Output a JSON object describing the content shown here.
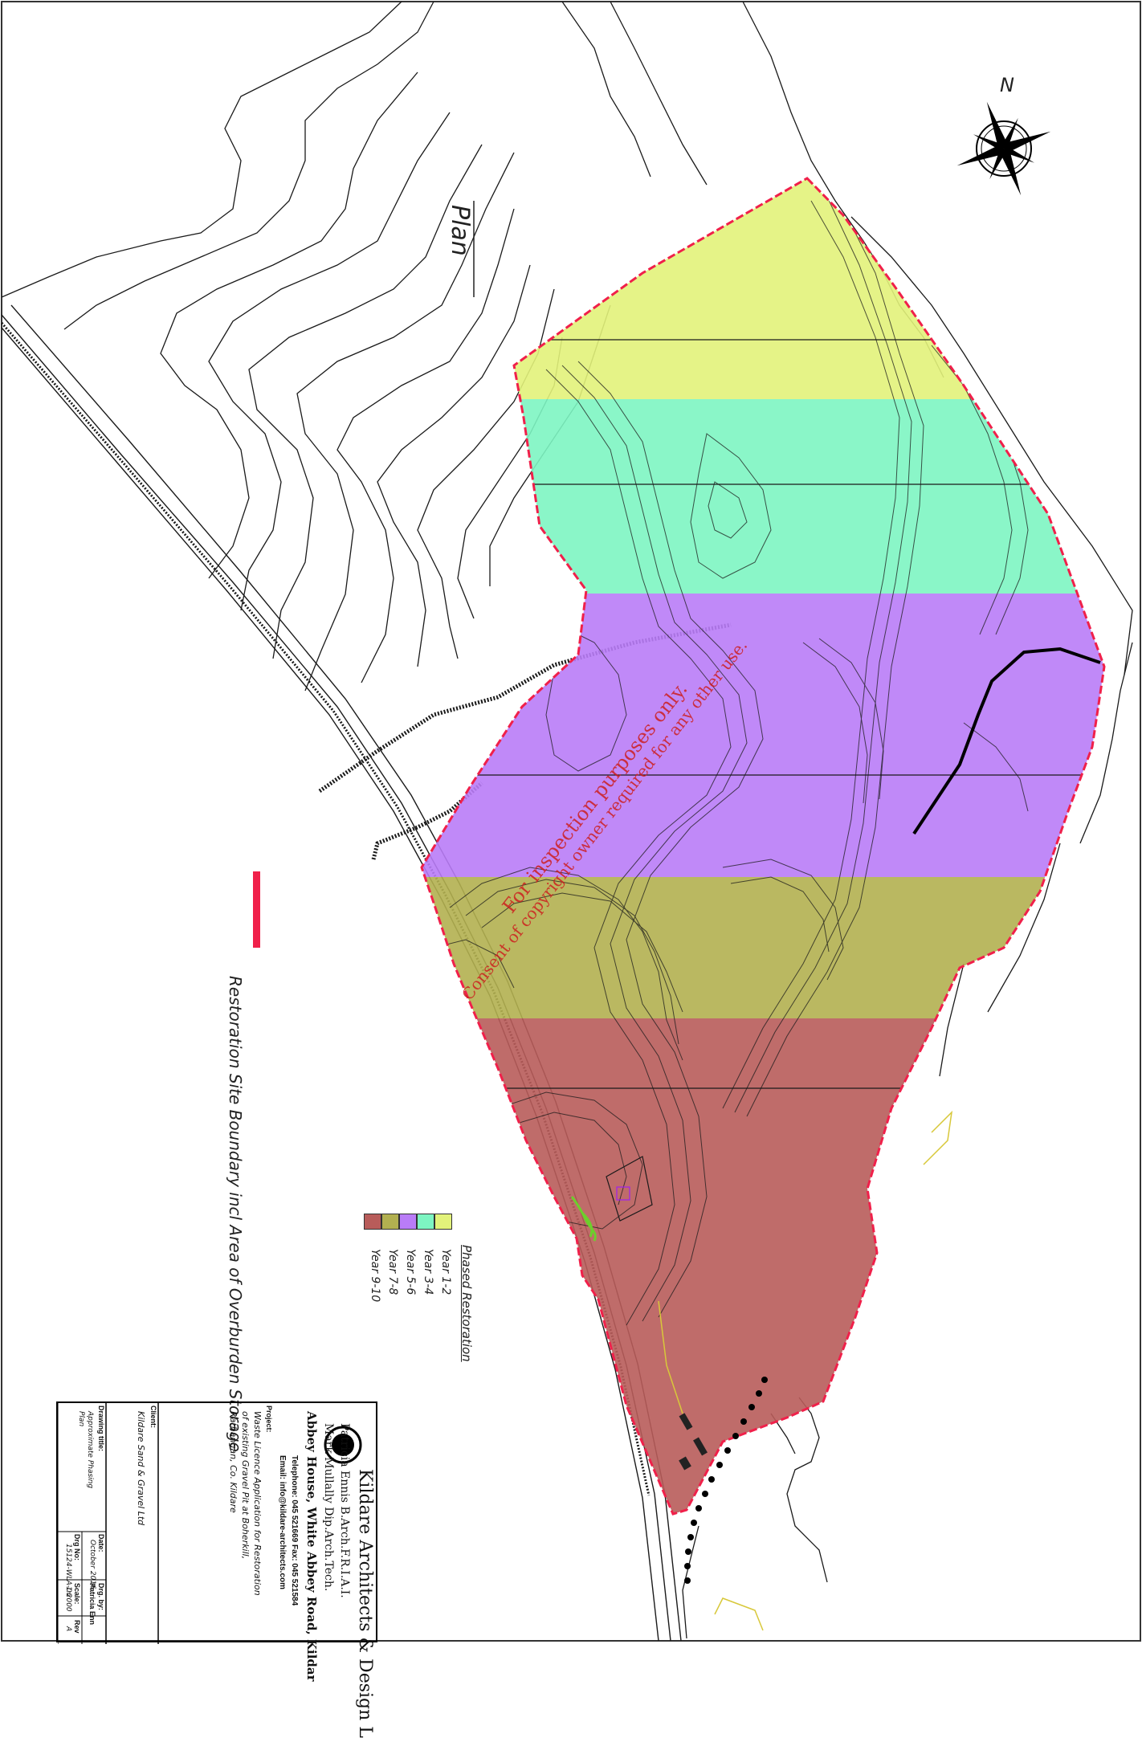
{
  "map": {
    "plan_label": "Plan",
    "north_label": "N",
    "boundary_legend": "Restoration Site Boundary incl Area of Overburden Storage",
    "watermark_line1": "For inspection purposes only.",
    "watermark_line2": "Consent of copyright owner required for any other use."
  },
  "legend": {
    "title": "Phased Restoration",
    "items": [
      {
        "label": "Year 1-2",
        "color": "#e2f27a"
      },
      {
        "label": "Year 3-4",
        "color": "#7df5c2"
      },
      {
        "label": "Year 5-6",
        "color": "#b97cf7"
      },
      {
        "label": "Year 7-8",
        "color": "#b2b050"
      },
      {
        "label": "Year 9-10",
        "color": "#b85c5a"
      }
    ]
  },
  "colors": {
    "boundary": "#f0204a",
    "contour": "#1a1a1a",
    "railway": "#1a1a1a"
  },
  "title_block": {
    "firm_name": "Kildare Architects & Design L",
    "architect1": "Patricia Ennis B.Arch.F.R.I.A.I.",
    "architect2": "Mark Mullally Dip.Arch.Tech.",
    "address": "Abbey House, White Abbey Road, Kildar",
    "phone": "Telephone: 045 521669   Fax: 045 521584",
    "email": "Email: info@kildare-architects.com",
    "project_label": "Project:",
    "project_line1": "Waste Licence Application for Restoration",
    "project_line2": "of existing Gravel Pit at Boherkill,",
    "project_line3": "Rathangan, Co. Kildare",
    "client_label": "Client:",
    "client": "Kildare Sand & Gravel Ltd",
    "drawing_title_label": "Drawing title:",
    "drawing_title_line1": "Approximate Phasing",
    "drawing_title_line2": "Plan",
    "date_label": "Date:",
    "date": "October 2016",
    "drg_by_label": "Drg. by:",
    "drg_by": "Patricia Enn",
    "drg_no_label": "Drg No:",
    "drg_no": "15124-WLA-06",
    "scale_label": "Scale:",
    "scale": "1:2000",
    "rev_label": "Rev",
    "rev": "A"
  }
}
